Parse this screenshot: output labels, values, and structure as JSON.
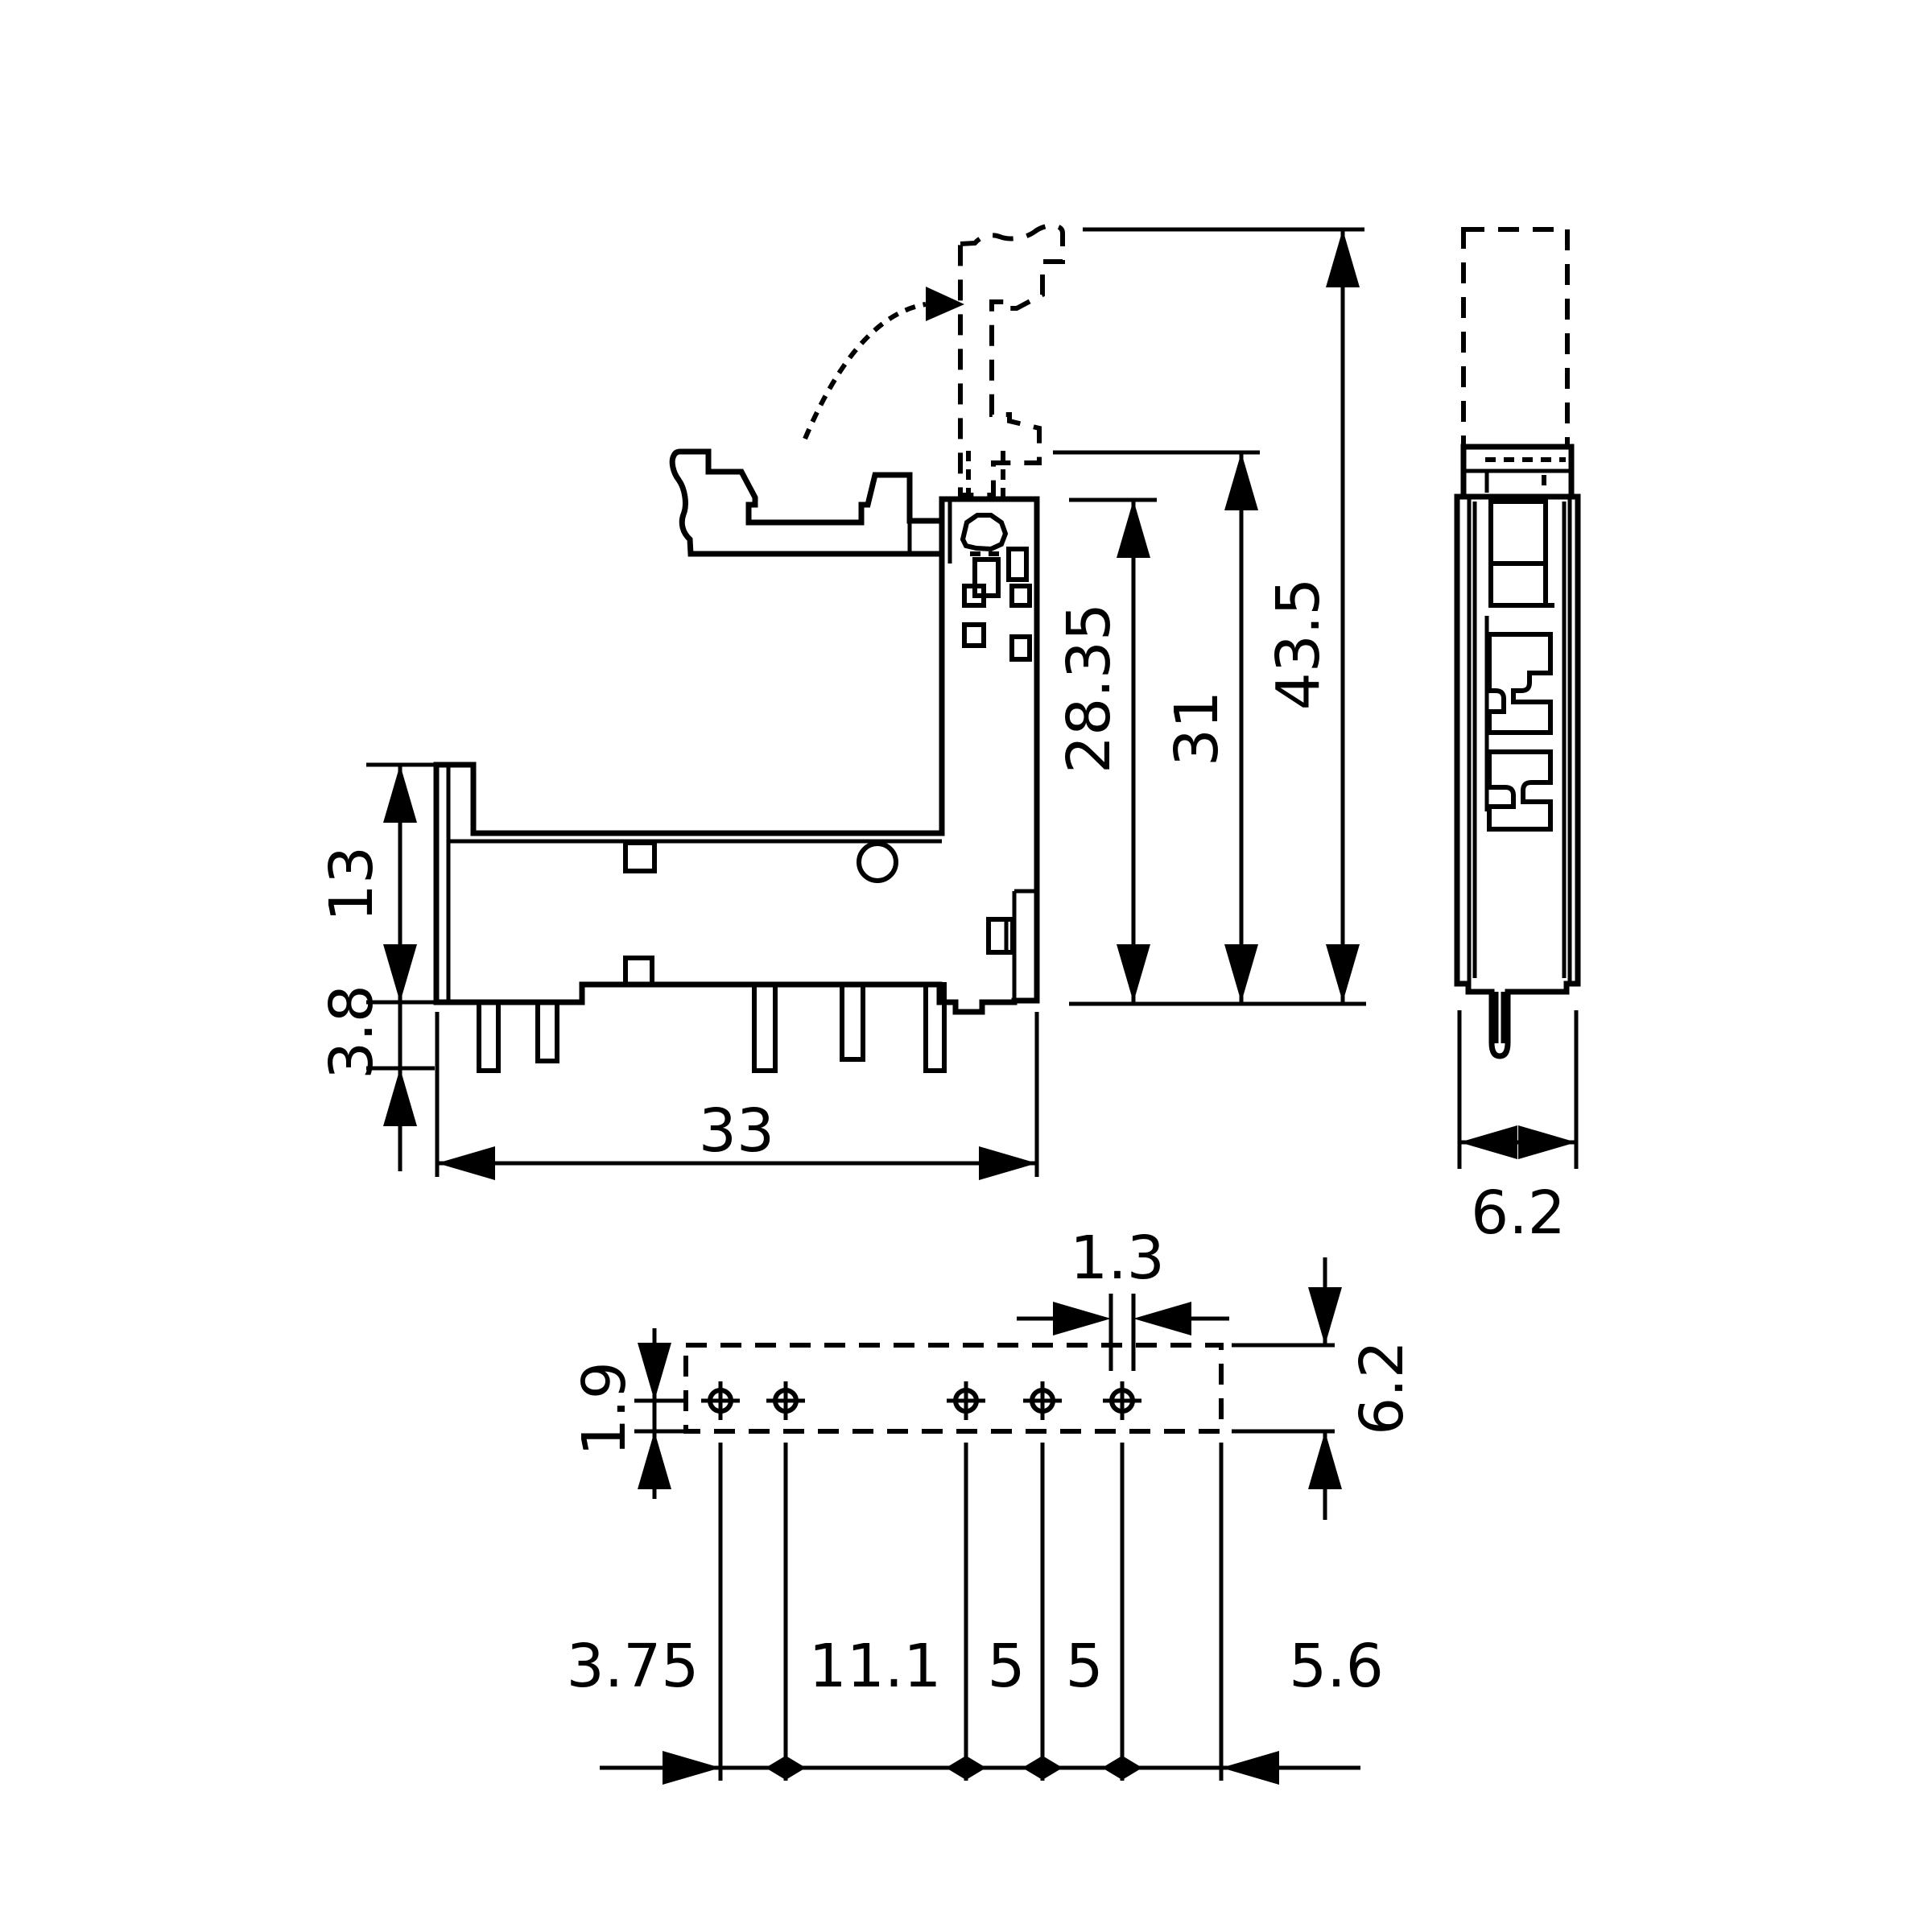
{
  "drawing": {
    "title": "relay-socket-dimension-drawing",
    "views": [
      "side-view",
      "end-view",
      "bottom-hole-pattern-view"
    ],
    "unit_style": "engineering-mm"
  },
  "dims": {
    "total_height": "43.5",
    "body_height": "31",
    "inner_height": "28.35",
    "left_step_height": "13",
    "pin_length": "3.8",
    "body_width": "33",
    "end_width": "6.2",
    "hole_diameter": "1.3",
    "pattern_height": "6.2",
    "hole_row_offset": "1.9",
    "pitch_1": "3.75",
    "pitch_2": "11.1",
    "pitch_3": "5",
    "pitch_4": "5",
    "pitch_5": "5.6"
  }
}
